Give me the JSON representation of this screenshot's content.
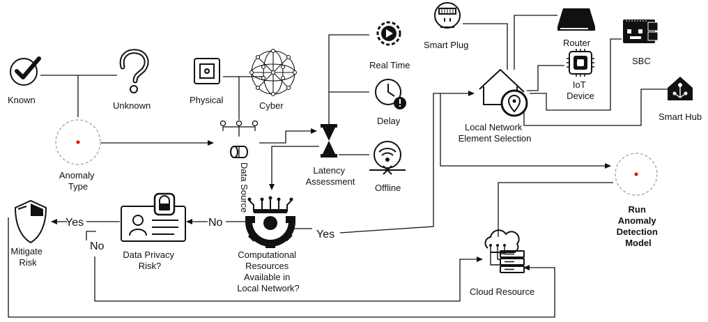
{
  "nodes": {
    "known": "Known",
    "unknown": "Unknown",
    "anomaly_type": [
      "Anomaly",
      "Type"
    ],
    "physical": "Physical",
    "cyber": "Cyber",
    "data_source": "Data Source",
    "latency_assessment": [
      "Latency",
      "Assessment"
    ],
    "real_time": "Real Time",
    "delay": "Delay",
    "offline": "Offline",
    "smart_plug": "Smart Plug",
    "router": "Router",
    "sbc": "SBC",
    "iot_device": [
      "IoT",
      "Device"
    ],
    "smart_hub": "Smart Hub",
    "local_network_selection": [
      "Local Network",
      "Element Selection"
    ],
    "run_model": [
      "Run",
      "Anomaly",
      "Detection",
      "Model"
    ],
    "mitigate_risk": [
      "Mitigate",
      "Risk"
    ],
    "data_privacy_risk": [
      "Data Privacy",
      "Risk?"
    ],
    "computational_resources": [
      "Computational",
      "Resources",
      "Available in",
      "Local Network?"
    ],
    "cloud_resource": "Cloud Resource"
  },
  "edges": {
    "yes_mitigate": "Yes",
    "no_privacy": "No",
    "no_cloud": "No",
    "yes_local": "Yes"
  }
}
